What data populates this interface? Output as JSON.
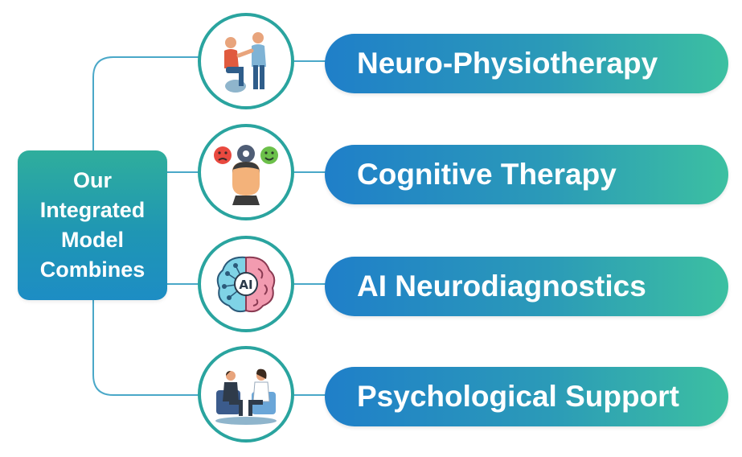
{
  "hub": {
    "title": "Our\nIntegrated\nModel\nCombines"
  },
  "items": [
    {
      "label": "Neuro-Physiotherapy",
      "icon": "physiotherapy-icon"
    },
    {
      "label": "Cognitive Therapy",
      "icon": "cognitive-head-icon"
    },
    {
      "label": "AI Neurodiagnostics",
      "icon": "ai-brain-icon"
    },
    {
      "label": "Psychological Support",
      "icon": "counseling-icon"
    }
  ],
  "colors": {
    "teal": "#2aa49f",
    "blue": "#1f7fc9",
    "green": "#3cc0a1",
    "line": "#4aa8c8"
  }
}
